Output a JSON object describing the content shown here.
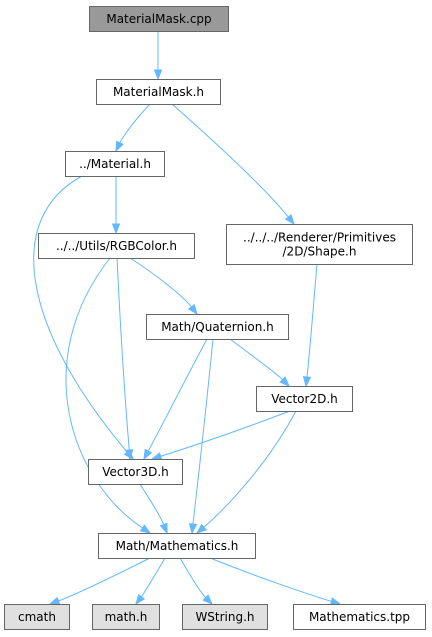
{
  "graph": {
    "colors": {
      "edge": "#63b8ff",
      "border": "#666666",
      "node_fill": "#ffffff",
      "current_fill": "#999999",
      "system_fill": "#e0e0e0"
    },
    "nodes": [
      {
        "id": "materialmask_cpp",
        "lines": [
          "MaterialMask.cpp"
        ],
        "style": "current"
      },
      {
        "id": "materialmask_h",
        "lines": [
          "MaterialMask.h"
        ],
        "style": "normal"
      },
      {
        "id": "material_h",
        "lines": [
          "../Material.h"
        ],
        "style": "normal"
      },
      {
        "id": "shape_h",
        "lines": [
          "../../../Renderer/Primitives",
          "/2D/Shape.h"
        ],
        "style": "normal"
      },
      {
        "id": "rgbcolor_h",
        "lines": [
          "../../Utils/RGBColor.h"
        ],
        "style": "normal"
      },
      {
        "id": "quaternion_h",
        "lines": [
          "Math/Quaternion.h"
        ],
        "style": "normal"
      },
      {
        "id": "vector2d_h",
        "lines": [
          "Vector2D.h"
        ],
        "style": "normal"
      },
      {
        "id": "vector3d_h",
        "lines": [
          "Vector3D.h"
        ],
        "style": "normal"
      },
      {
        "id": "mathematics_h",
        "lines": [
          "Math/Mathematics.h"
        ],
        "style": "normal"
      },
      {
        "id": "cmath",
        "lines": [
          "cmath"
        ],
        "style": "system"
      },
      {
        "id": "math_h",
        "lines": [
          "math.h"
        ],
        "style": "system"
      },
      {
        "id": "wstring_h",
        "lines": [
          "WString.h"
        ],
        "style": "system"
      },
      {
        "id": "mathematics_tpp",
        "lines": [
          "Mathematics.tpp"
        ],
        "style": "normal"
      }
    ],
    "edges": [
      {
        "from": "materialmask_cpp",
        "to": "materialmask_h"
      },
      {
        "from": "materialmask_h",
        "to": "material_h"
      },
      {
        "from": "materialmask_h",
        "to": "shape_h"
      },
      {
        "from": "material_h",
        "to": "rgbcolor_h"
      },
      {
        "from": "material_h",
        "to": "vector3d_h"
      },
      {
        "from": "rgbcolor_h",
        "to": "quaternion_h"
      },
      {
        "from": "rgbcolor_h",
        "to": "vector3d_h"
      },
      {
        "from": "rgbcolor_h",
        "to": "mathematics_h"
      },
      {
        "from": "quaternion_h",
        "to": "vector2d_h"
      },
      {
        "from": "quaternion_h",
        "to": "vector3d_h"
      },
      {
        "from": "quaternion_h",
        "to": "mathematics_h"
      },
      {
        "from": "shape_h",
        "to": "vector2d_h"
      },
      {
        "from": "vector2d_h",
        "to": "vector3d_h"
      },
      {
        "from": "vector2d_h",
        "to": "mathematics_h"
      },
      {
        "from": "vector3d_h",
        "to": "mathematics_h"
      },
      {
        "from": "mathematics_h",
        "to": "cmath"
      },
      {
        "from": "mathematics_h",
        "to": "math_h"
      },
      {
        "from": "mathematics_h",
        "to": "wstring_h"
      },
      {
        "from": "mathematics_h",
        "to": "mathematics_tpp"
      }
    ]
  }
}
